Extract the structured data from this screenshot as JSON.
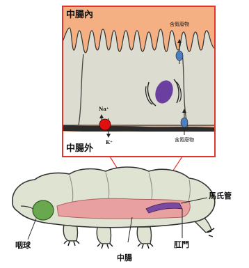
{
  "inset": {
    "lumen_label": "中腸內",
    "hemocoel_label": "中腸外",
    "ion_top": "Na⁺",
    "ion_bottom": "K⁺",
    "nutrient_top": "含氮廢物",
    "nutrient_bottom": "含氮廢物",
    "colors": {
      "lumen": "#f4b083",
      "cell": "#dcdcd0",
      "frame": "#e0342f",
      "pump": "#e01010",
      "transporter": "#4d7fbf",
      "nucleus": "#6a3fa0"
    }
  },
  "animal": {
    "malpighian_label": "馬氏管",
    "pharynx_label": "咽球",
    "midgut_label": "中腸",
    "anus_label": "肛門",
    "colors": {
      "body": "#dfe3d2",
      "pharynx": "#6aa84f",
      "midgut": "#e8a0a0",
      "tubule": "#7a4aa0"
    }
  }
}
